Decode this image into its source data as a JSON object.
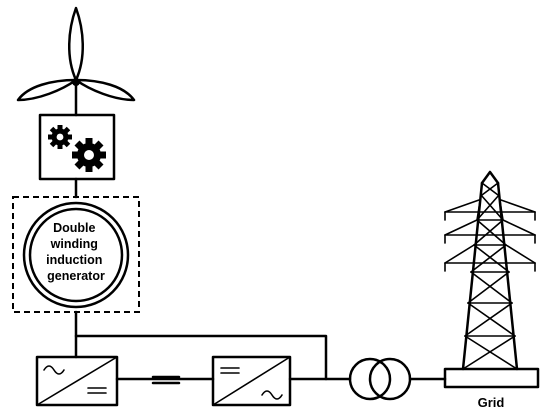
{
  "diagram": {
    "generator_label_lines": [
      "Double",
      "winding",
      "induction",
      "generator"
    ],
    "grid_label": "Grid"
  },
  "colors": {
    "stroke": "#000000",
    "background": "#ffffff"
  },
  "icons": {
    "turbine": "wind-turbine-icon",
    "gearbox": "gearbox-gears-icon",
    "transformer": "transformer-icon",
    "tower": "transmission-tower-icon"
  }
}
